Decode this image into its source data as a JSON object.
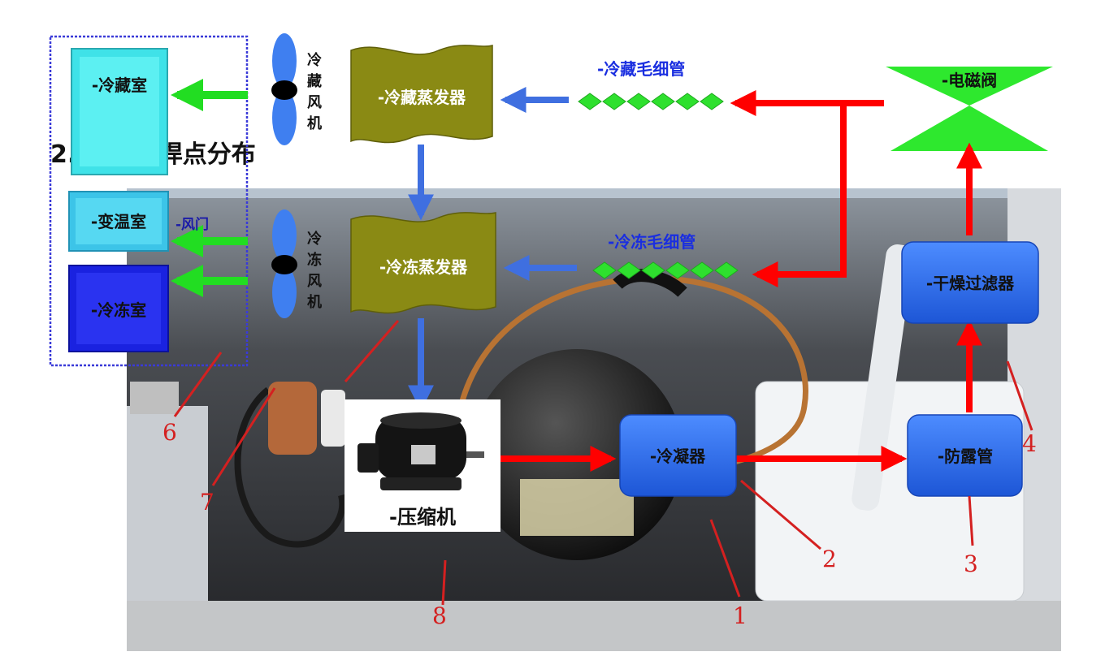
{
  "heading": "2.     环图：焊点分布",
  "chambers": {
    "fridge": "-冷藏室",
    "variable": "-变温室",
    "freezer": "-冷冻室"
  },
  "fans": {
    "fridge_fan": [
      "冷",
      "藏",
      "风",
      "机"
    ],
    "freezer_fan": [
      "冷",
      "冻",
      "风",
      "机"
    ]
  },
  "damper": "-风门",
  "components": {
    "fridge_evaporator": "-冷藏蒸发器",
    "freezer_evaporator": "-冷冻蒸发器",
    "fridge_capillary": "-冷藏毛细管",
    "freezer_capillary": "-冷冻毛细管",
    "solenoid_valve": "-电磁阀",
    "drier_filter": "-干燥过滤器",
    "condenser": "-冷凝器",
    "anti_dew_pipe": "-防露管",
    "compressor": "-压缩机"
  },
  "weld_points": [
    "1",
    "2",
    "3",
    "4",
    "6",
    "7",
    "8"
  ],
  "colors": {
    "refrigerant_flow": "#ff0000",
    "cold_flow": "#3f6fe0",
    "air_flow": "#22dd22",
    "marker": "#d42020",
    "evaporator": "#8a8a14",
    "component_box": "#2f6fe8",
    "fridge_box": "#3fe2e8",
    "freezer_box": "#1a22e0",
    "capillary": "#2ee02e",
    "valve": "#2ee82e"
  }
}
